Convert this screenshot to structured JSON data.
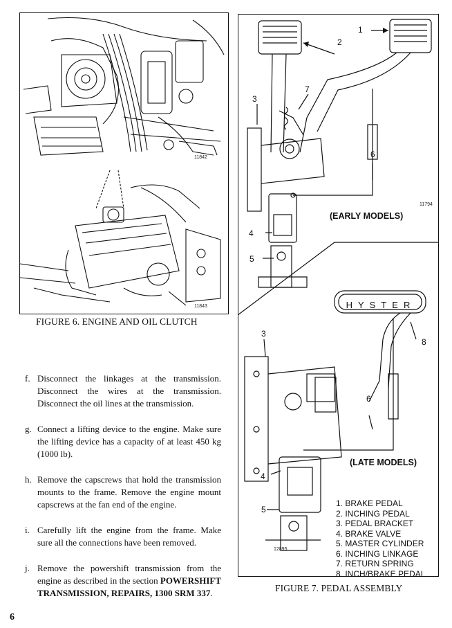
{
  "figure6": {
    "caption": "FIGURE 6. ENGINE AND OIL CLUTCH",
    "image_numbers": [
      "11842",
      "11843"
    ]
  },
  "figure7": {
    "caption": "FIGURE 7. PEDAL ASSEMBLY",
    "image_numbers": [
      "11794",
      "12895"
    ],
    "early_label": "(EARLY MODELS)",
    "late_label": "(LATE MODELS)",
    "pedal_brand": "HYSTER",
    "callouts_early": [
      "1",
      "2",
      "3",
      "7",
      "6",
      "4",
      "5"
    ],
    "callouts_late": [
      "3",
      "8",
      "6",
      "4",
      "5"
    ],
    "legend": [
      "1. BRAKE PEDAL",
      "2. INCHING PEDAL",
      "3. PEDAL BRACKET",
      "4. BRAKE VALVE",
      "5. MASTER CYLINDER",
      "6. INCHING LINKAGE",
      "7. RETURN SPRING",
      "8. INCH/BRAKE PEDAL"
    ]
  },
  "steps": [
    {
      "letter": "f.",
      "text": "Disconnect the linkages at the transmission. Disconnect the wires at the transmission. Disconnect the oil lines at the transmission."
    },
    {
      "letter": "g.",
      "text": "Connect a lifting device to the engine. Make sure the lifting device has a capacity of at least 450 kg (1000 lb)."
    },
    {
      "letter": "h.",
      "text": "Remove the capscrews that hold the transmission mounts to the frame. Remove the engine mount capscrews at the fan end of the engine."
    },
    {
      "letter": "i.",
      "text": "Carefully lift the engine from the frame. Make sure all the connections have been removed."
    },
    {
      "letter": "j.",
      "text_before": "Remove the powershift transmission from the engine as described in the section ",
      "text_bold": "POWERSHIFT TRANSMISSION, REPAIRS, 1300 SRM 337",
      "text_after": "."
    }
  ],
  "page_number": "6"
}
